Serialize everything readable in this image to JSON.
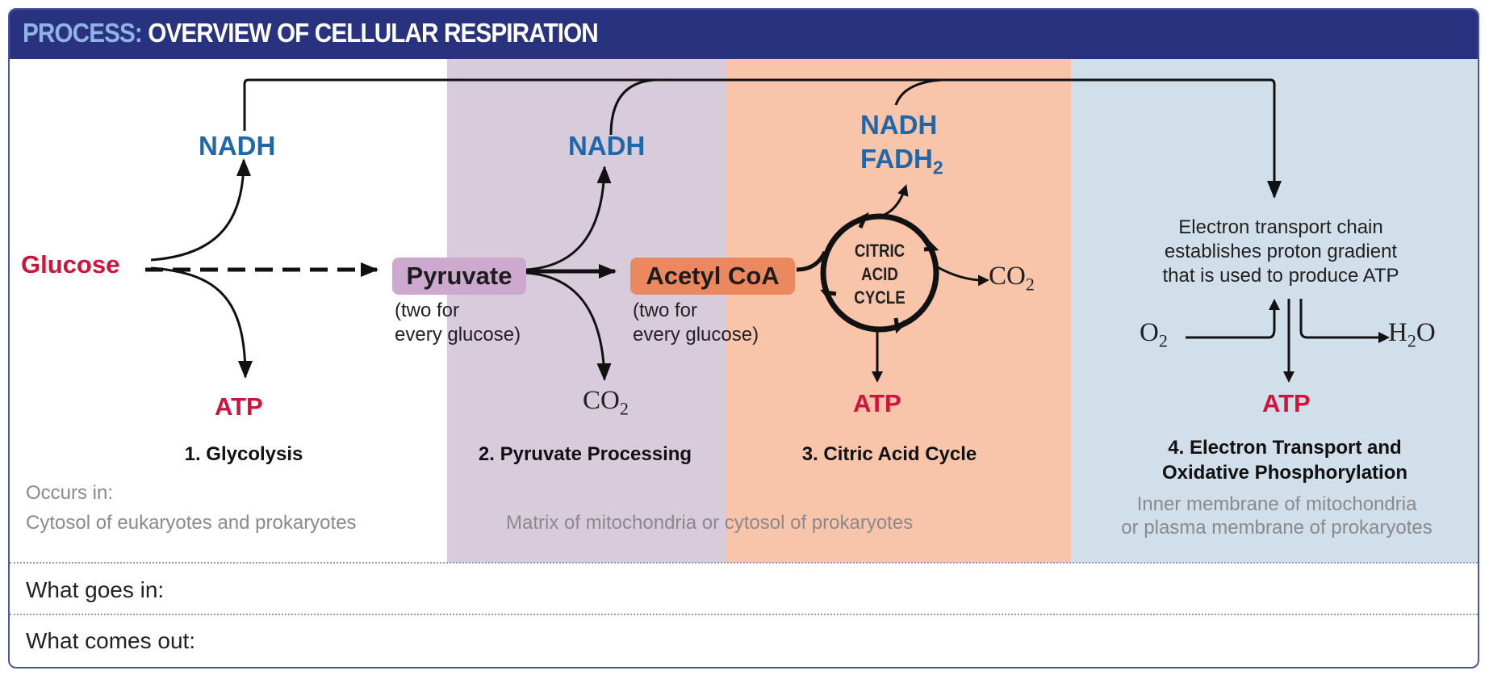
{
  "header": {
    "prefix": "PROCESS:",
    "title": " OVERVIEW OF CELLULAR RESPIRATION"
  },
  "molecules": {
    "glucose": "Glucose",
    "nadh": "NADH",
    "nadh_citric": "NADH",
    "fadh_base": "FADH",
    "fadh_sub": "2",
    "atp": "ATP",
    "pyruvate": "Pyruvate",
    "acetyl_coa": "Acetyl CoA",
    "co2_base": "CO",
    "co2_sub": "2",
    "o2_base": "O",
    "o2_sub": "2",
    "h2o_h": "H",
    "h2o_sub": "2",
    "h2o_o": "O"
  },
  "notes": {
    "two_for_line1": "(two for",
    "two_for_line2": "every glucose)"
  },
  "citric_cycle": {
    "line1": "CITRIC",
    "line2": "ACID",
    "line3": "CYCLE"
  },
  "etc_description": {
    "line1": "Electron transport chain",
    "line2": "establishes proton gradient",
    "line3": "that is used to produce ATP"
  },
  "stages": {
    "glycolysis": "1. Glycolysis",
    "pyruvate_processing": "2. Pyruvate Processing",
    "citric_acid_cycle": "3. Citric Acid Cycle",
    "electron_transport_line1": "4. Electron Transport and",
    "electron_transport_line2": "Oxidative Phosphorylation"
  },
  "locations": {
    "occurs_in": "Occurs in:",
    "cytosol": "Cytosol of eukaryotes and prokaryotes",
    "matrix": "Matrix of mitochondria or cytosol of prokaryotes",
    "inner_membrane_line1": "Inner membrane of mitochondria",
    "inner_membrane_line2": "or plasma membrane of prokaryotes"
  },
  "table": {
    "what_goes_in": "What goes in:",
    "what_comes_out": "What comes out:"
  },
  "colors": {
    "header_bg": "#28327e",
    "nadh": "#1f67a8",
    "atp": "#d2123a",
    "pyruvate_zone": "#d8cbdc",
    "citric_zone": "#f8c4aa",
    "etc_zone": "#d0dfea"
  }
}
